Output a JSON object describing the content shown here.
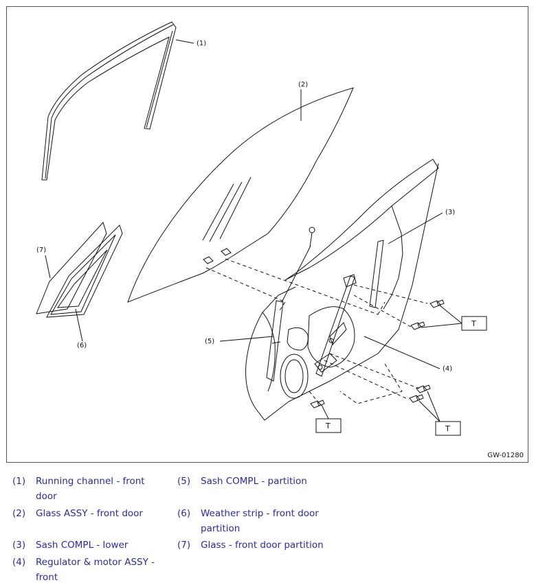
{
  "diagram": {
    "figure_id": "GW-01280",
    "callouts": [
      "(1)",
      "(2)",
      "(3)",
      "(4)",
      "(5)",
      "(6)",
      "(7)"
    ],
    "torque_label": "T"
  },
  "legend": {
    "items": [
      {
        "num": "(1)",
        "text": "Running channel - front door"
      },
      {
        "num": "(2)",
        "text": "Glass ASSY - front door"
      },
      {
        "num": "(3)",
        "text": "Sash COMPL - lower"
      },
      {
        "num": "(4)",
        "text": "Regulator & motor ASSY - front"
      },
      {
        "num": "(5)",
        "text": "Sash COMPL - partition"
      },
      {
        "num": "(6)",
        "text": "Weather strip - front door partition"
      },
      {
        "num": "(7)",
        "text": "Glass - front door partition"
      }
    ]
  },
  "colors": {
    "legend_text": "#2a2aa8",
    "line_art": "#111111",
    "frame_border": "#555555"
  }
}
